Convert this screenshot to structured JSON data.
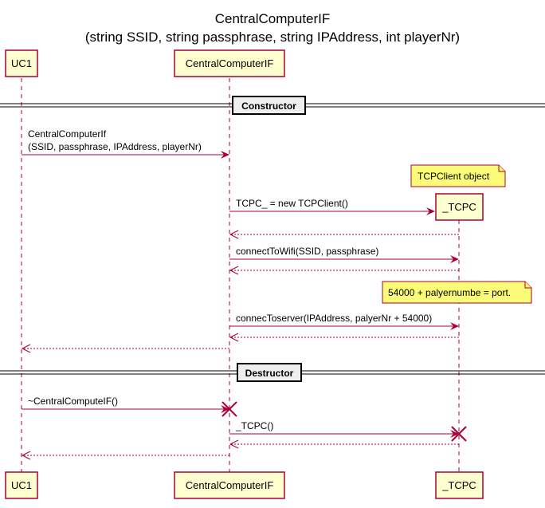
{
  "title": "CentralComputerIF",
  "subtitle": "(string SSID, string passphrase, string IPAddress, int playerNr)",
  "participants": {
    "uc1": "UC1",
    "cc": "CentralComputerIF",
    "tcpc": "_TCPC"
  },
  "separators": {
    "constructor": "Constructor",
    "destructor": "Destructor"
  },
  "messages": {
    "ctor_line1": "CentralComputerIf",
    "ctor_line2": "(SSID, passphrase, IPAddress, playerNr)",
    "create": "TCPC_ = new TCPClient()",
    "wifi": "connectToWifi(SSID, passphrase)",
    "server": "connecToserver(IPAddress, palyerNr + 54000)",
    "dtor": "~CentralComputeIF()",
    "tcpc_dtor": "_TCPC()"
  },
  "notes": {
    "tcp_object": "TCPClient object",
    "port": "54000 + palyernumbe = port."
  },
  "colors": {
    "participant_fill": "#FEFECE",
    "border": "#A80036",
    "note_fill": "#FBFB77",
    "separator_fill": "#EEEEEE"
  }
}
